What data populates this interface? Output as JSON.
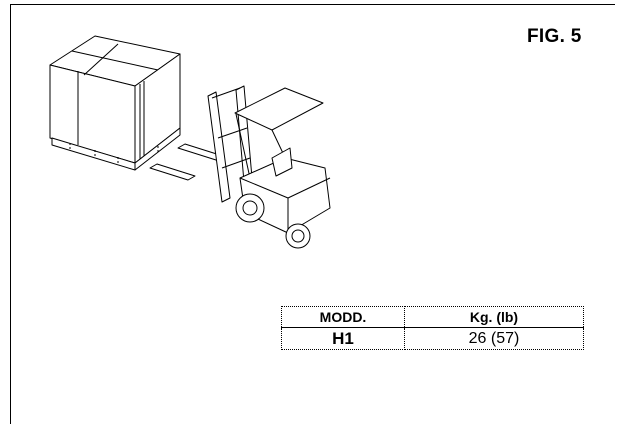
{
  "figure": {
    "label": "FIG. 5"
  },
  "illustration": {
    "icon": "forklift-with-crate-icon"
  },
  "table": {
    "headers": [
      "MODD.",
      "Kg. (lb)"
    ],
    "rows": [
      [
        "H1",
        "26 (57)"
      ]
    ]
  }
}
